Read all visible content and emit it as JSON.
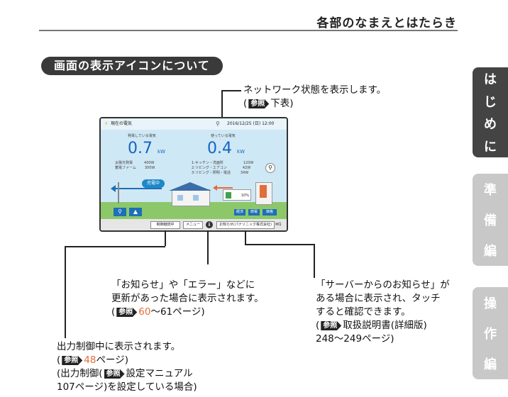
{
  "header": {
    "title": "各部のなまえとはたらき"
  },
  "section": {
    "title": "画面の表示アイコンについて"
  },
  "side_tabs": [
    {
      "label": "はじめに",
      "chars": [
        "は",
        "じ",
        "め",
        "に"
      ]
    },
    {
      "label": "準備編",
      "chars": [
        "準",
        "備",
        "編"
      ]
    },
    {
      "label": "操作編",
      "chars": [
        "操",
        "作",
        "編"
      ]
    }
  ],
  "screen": {
    "title": "現在の電気",
    "datetime": "2016/12/25 (日) 12:00",
    "gen_label": "発電している電気",
    "gen_value": "0.7",
    "gen_unit": "kW",
    "gen_rows": [
      {
        "name": "太陽光発電",
        "value": "400W"
      },
      {
        "name": "蓄電ファーム",
        "value": "300W"
      }
    ],
    "use_label": "使っている電気",
    "use_value": "0.4",
    "use_unit": "kW",
    "use_rows": [
      {
        "name": "1:キッチン・洗面所",
        "value": "120W"
      },
      {
        "name": "2:リビング・エアコン",
        "value": "42W"
      },
      {
        "name": "3:リビング・照明・電話",
        "value": "34W"
      }
    ],
    "selling_label": "売電中",
    "battery_percent": "10%",
    "mode_buttons": [
      "経済",
      "節電",
      "価格"
    ],
    "bottom": {
      "output_control": "制御継続中",
      "menu": "メニュー",
      "info": "i",
      "notice": "お知らせ(パナソニック株式会社)",
      "mail_count": "1"
    }
  },
  "annotations": {
    "network": {
      "line1": "ネットワーク状態を表示します。",
      "ref_open": "(",
      "ref": "参照",
      "ref_text": "下表)"
    },
    "info": {
      "line1": "「お知らせ」や「エラー」などに",
      "line2": "更新があった場合に表示されます。",
      "ref_open": "(",
      "ref": "参照",
      "page_range": "60",
      "page_suffix": "〜61ページ)"
    },
    "server": {
      "line1": "「サーバーからのお知らせ」が",
      "line2": "ある場合に表示され、タッチ",
      "line3": "すると確認できます。",
      "ref_open": "(",
      "ref": "参照",
      "ref_text": "取扱説明書(詳細版)",
      "line5": "248〜249ページ)"
    },
    "output": {
      "line1": "出力制御中に表示されます。",
      "ref_open": "(",
      "ref": "参照",
      "page": "48",
      "page_suffix": "ページ)",
      "line3_open": "(出力制御(",
      "ref2": "参照",
      "line3_text": "設定マニュアル",
      "line4": "107ページ)を設定している場合)"
    }
  }
}
